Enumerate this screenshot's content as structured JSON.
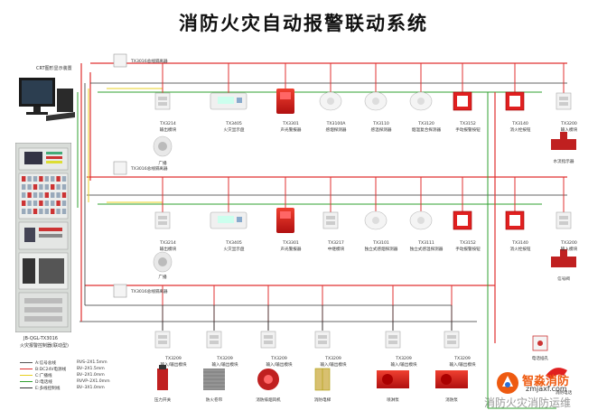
{
  "title": "消防火灾自动报警联动系统",
  "crt_label": "CRT图形显示装置",
  "cabinet_label_1": "JB-QGL-TX3016",
  "cabinet_label_2": "火灾报警控制器(联动型)",
  "bus_labels": {
    "top": "TX3016总线隔离器",
    "middle": "TX3016总线隔离器",
    "bottom": "TX3016总线隔离器"
  },
  "legend": [
    {
      "text": "A:信号总线",
      "spec": "RVS–2X1.5mm",
      "color": "#555555"
    },
    {
      "text": "B:DC24V电源线",
      "spec": "BV–2X1.5mm",
      "color": "#e03030"
    },
    {
      "text": "C:广播线",
      "spec": "BV–2X1.0mm",
      "color": "#e8d020"
    },
    {
      "text": "D:电话线",
      "spec": "RVVP–2X1.0mm",
      "color": "#30a030"
    },
    {
      "text": "E:多线控制线",
      "spec": "BV–3X1.0mm",
      "color": "#333333"
    }
  ],
  "row1": {
    "items": [
      {
        "code": "TX3214",
        "name": "输出模块",
        "icon": "module-icon"
      },
      {
        "code": "TX3405",
        "name": "火灾显示盘",
        "icon": "display-panel-icon"
      },
      {
        "code": "TX3301",
        "name": "声光警报器",
        "icon": "alarm-siren-icon"
      },
      {
        "code": "TX3100A",
        "name": "感烟探测器",
        "icon": "smoke-detector-icon"
      },
      {
        "code": "TX3110",
        "name": "感温探测器",
        "icon": "heat-detector-icon"
      },
      {
        "code": "TX3120",
        "name": "烟温复合探测器",
        "icon": "combo-detector-icon"
      },
      {
        "code": "TX3152",
        "name": "手动报警按钮",
        "icon": "manual-call-point-icon"
      },
      {
        "code": "TX3140",
        "name": "消火栓按钮",
        "icon": "hydrant-button-icon"
      },
      {
        "code": "TX3200",
        "name": "输入模块",
        "icon": "module-icon"
      }
    ],
    "speaker": "广播",
    "valve": "水流指示器"
  },
  "row2": {
    "items": [
      {
        "code": "TX3214",
        "name": "输出模块",
        "icon": "module-icon"
      },
      {
        "code": "TX3405",
        "name": "火灾显示盘",
        "icon": "display-panel-icon"
      },
      {
        "code": "TX3301",
        "name": "声光警报器",
        "icon": "alarm-siren-icon"
      },
      {
        "code": "TX3217",
        "name": "中继模块",
        "icon": "module-icon"
      },
      {
        "code": "TX3101",
        "name": "独立式感烟探测器",
        "icon": "smoke-detector-icon"
      },
      {
        "code": "TX3111",
        "name": "独立式感温探测器",
        "icon": "heat-detector-icon"
      },
      {
        "code": "TX3152",
        "name": "手动报警按钮",
        "icon": "manual-call-point-icon"
      },
      {
        "code": "TX3140",
        "name": "消火栓按钮",
        "icon": "hydrant-button-icon"
      },
      {
        "code": "TX3200",
        "name": "输入模块",
        "icon": "module-icon"
      }
    ],
    "speaker": "广播",
    "valve": "信号阀"
  },
  "row3": {
    "modules": [
      {
        "code": "TX3209",
        "name": "输入/输出模块"
      },
      {
        "code": "TX3209",
        "name": "输入/输出模块"
      },
      {
        "code": "TX3209",
        "name": "输入/输出模块"
      },
      {
        "code": "TX3209",
        "name": "输入/输出模块"
      },
      {
        "code": "TX3209",
        "name": "输入/输出模块"
      },
      {
        "code": "TX3209",
        "name": "输入/输出模块"
      }
    ],
    "devices": [
      {
        "name": "压力开关",
        "icon": "pressure-switch-icon"
      },
      {
        "name": "防火卷帘",
        "icon": "shutter-icon"
      },
      {
        "name": "消防排烟风机",
        "icon": "fan-icon"
      },
      {
        "name": "消防电梯",
        "icon": "elevator-icon"
      },
      {
        "name": "喷淋泵",
        "icon": "sprinkler-pump-icon"
      },
      {
        "name": "消防泵",
        "icon": "fire-pump-icon"
      }
    ],
    "phone_jack": "电话插孔",
    "phone": "消防电话"
  },
  "brand": {
    "name": "智淼消防",
    "url": "zmjaxf.com",
    "watermark": "消防火灾消防运维"
  },
  "colors": {
    "red": "#e03030",
    "green": "#30a030",
    "yellow": "#e8d020",
    "dark": "#333333",
    "gray": "#555555"
  }
}
